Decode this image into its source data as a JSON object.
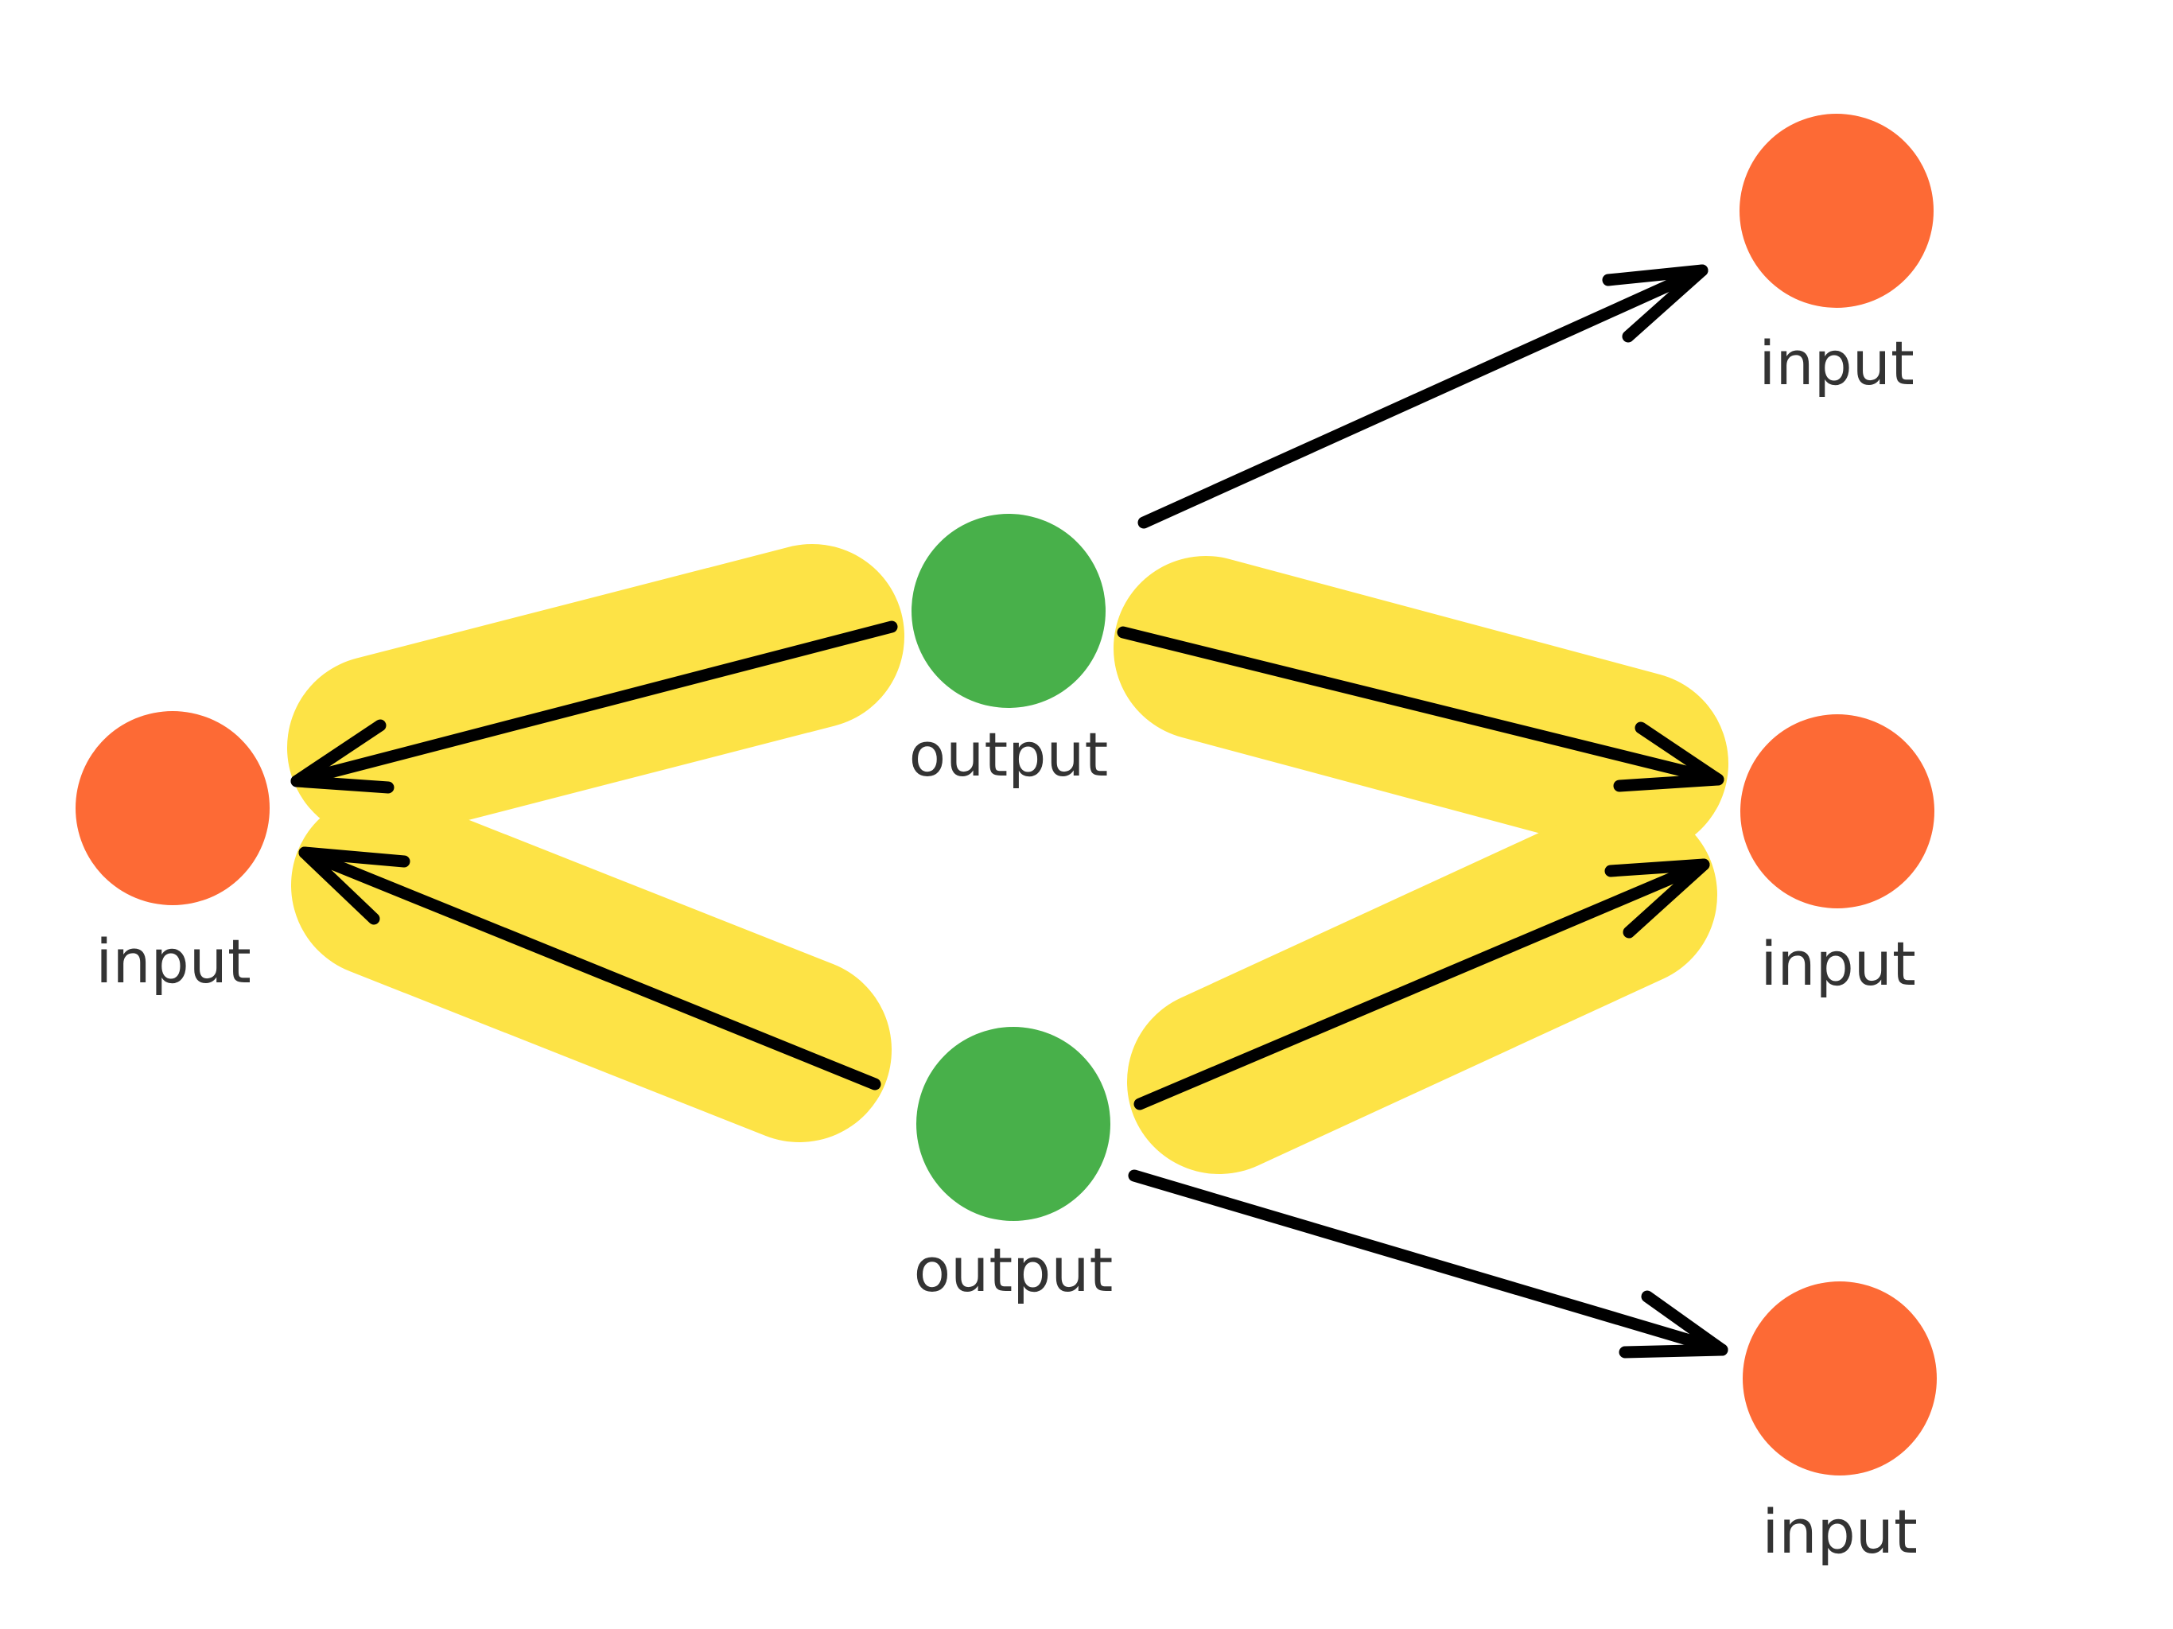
{
  "diagram": {
    "colors": {
      "input_node": "#FD6A35",
      "output_node": "#48B04A",
      "highlight": "#FDE346",
      "arrow": "#000000",
      "label": "#333333"
    },
    "nodes": [
      {
        "id": "input-left",
        "role": "input",
        "label": "input"
      },
      {
        "id": "output-top",
        "role": "output",
        "label": "output"
      },
      {
        "id": "output-bottom",
        "role": "output",
        "label": "output"
      },
      {
        "id": "input-top-right",
        "role": "input",
        "label": "input"
      },
      {
        "id": "input-middle-right",
        "role": "input",
        "label": "input"
      },
      {
        "id": "input-bottom-right",
        "role": "input",
        "label": "input"
      }
    ],
    "edges": [
      {
        "from": "output-top",
        "to": "input-top-right",
        "highlighted": false
      },
      {
        "from": "output-top",
        "to": "input-left",
        "highlighted": true
      },
      {
        "from": "output-top",
        "to": "input-middle-right",
        "highlighted": true
      },
      {
        "from": "output-bottom",
        "to": "input-left",
        "highlighted": true
      },
      {
        "from": "output-bottom",
        "to": "input-middle-right",
        "highlighted": true
      },
      {
        "from": "output-bottom",
        "to": "input-bottom-right",
        "highlighted": false
      }
    ]
  }
}
